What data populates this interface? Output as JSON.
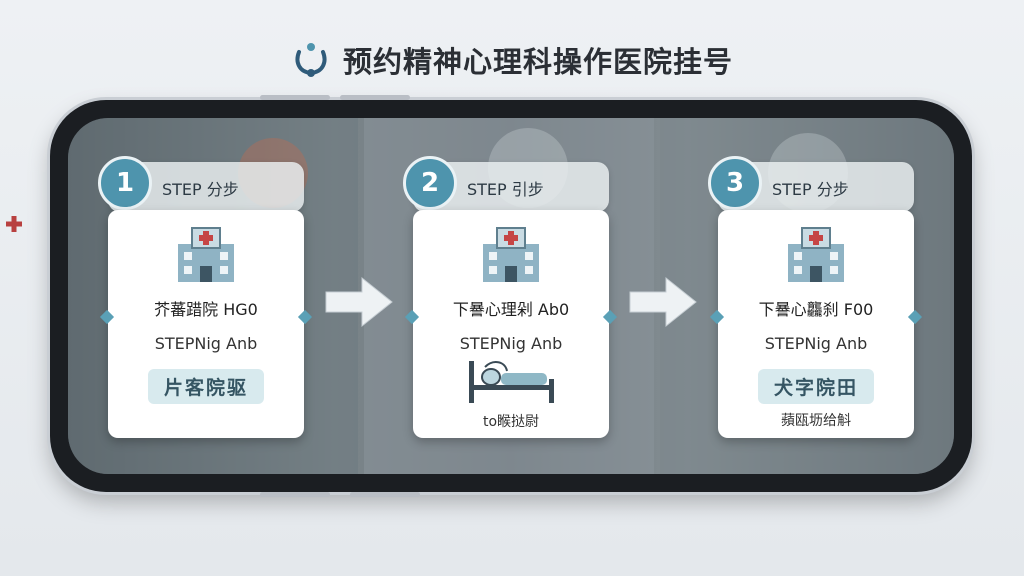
{
  "header": {
    "title": "预约精神心理科操作医院挂号",
    "logo_icon": "stethoscope-icon"
  },
  "colors": {
    "accent": "#4e94ad",
    "plus": "#b84040",
    "pill_bg": "#d8eaee"
  },
  "steps": [
    {
      "number": "1",
      "label": "STEP 分步",
      "line1": "芥蕃踖院 HG0",
      "line2": "STEPNig Anb",
      "pill": "片客院驱",
      "icon": "hospital-icon"
    },
    {
      "number": "2",
      "label": "STEP 引步",
      "line1": "下謈心理剁 Ab0",
      "line2": "STEPNig Anb",
      "caption": "to睺挞尉",
      "icon": "hospital-icon",
      "extra_icon": "bed-icon"
    },
    {
      "number": "3",
      "label": "STEP 分步",
      "line1": "下謈心龘刹 F00",
      "line2": "STEPNig Anb",
      "pill": "犬字院田",
      "caption": "蘋瓯坜给斛",
      "icon": "hospital-icon"
    }
  ]
}
